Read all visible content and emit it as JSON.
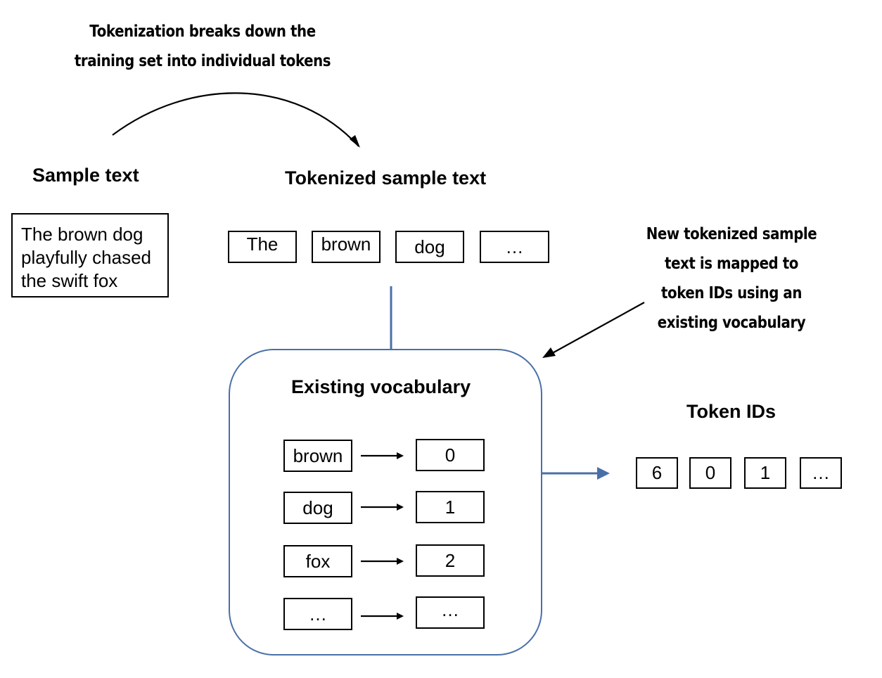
{
  "annotations": {
    "tokenization_line1": "Tokenization breaks down the",
    "tokenization_line2": "training set into individual tokens",
    "mapping_line1": "New tokenized sample",
    "mapping_line2": "text is mapped to",
    "mapping_line3": "token IDs using an",
    "mapping_line4": "existing vocabulary"
  },
  "sample_text": {
    "title": "Sample text",
    "lines": [
      "The brown dog",
      "playfully chased",
      "the swift fox"
    ]
  },
  "tokenized": {
    "title": "Tokenized sample text",
    "tokens": [
      "The",
      "brown",
      "dog",
      "…"
    ]
  },
  "vocabulary": {
    "title": "Existing vocabulary",
    "entries": [
      {
        "token": "brown",
        "id": "0"
      },
      {
        "token": "dog",
        "id": "1"
      },
      {
        "token": "fox",
        "id": "2"
      },
      {
        "token": "…",
        "id": "…"
      }
    ]
  },
  "token_ids": {
    "title": "Token IDs",
    "ids": [
      "6",
      "0",
      "1",
      "…"
    ]
  },
  "colors": {
    "accent_blue": "#4a6fa8",
    "line_black": "#000000"
  }
}
